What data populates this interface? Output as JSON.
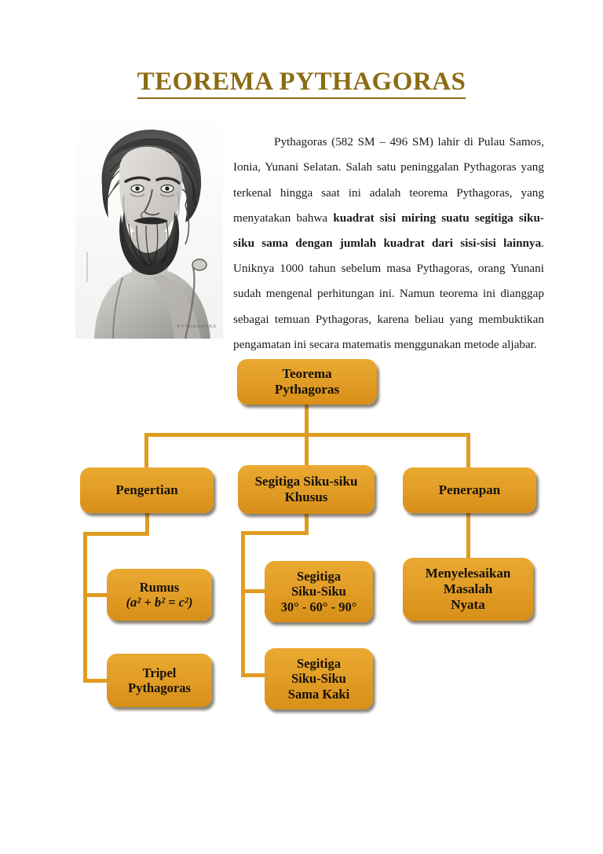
{
  "document": {
    "title": "TEOREMA PYTHAGORAS",
    "title_color": "#8a6c12"
  },
  "portrait": {
    "alt_name": "pythagoras-pencil-portrait",
    "signature": "PYTHAGORAS"
  },
  "intro": {
    "part1": "Pythagoras (582 SM – 496 SM) lahir di Pulau Samos, Ionia, Yunani Selatan. Salah satu peninggalan Pythagoras yang terkenal hingga saat ini adalah teorema Pythagoras, yang menyatakan bahwa ",
    "bold": "kuadrat sisi miring suatu segitiga siku-siku sama dengan jumlah kuadrat dari sisi-sisi lainnya",
    "part2": ". Uniknya 1000 tahun sebelum masa Pythagoras, orang Yunani sudah mengenal perhitungan ini. Namun teorema ini dianggap sebagai temuan Pythagoras, karena beliau yang membuktikan pengamatan ini secara matematis menggunakan metode aljabar."
  },
  "diagram": {
    "node_fill": "#e39f28",
    "connector_color": "#e09c21",
    "text_color": "#16110a",
    "nodes": {
      "root": {
        "line1": "Teorema",
        "line2": "Pythagoras"
      },
      "pengertian": {
        "line1": "Pengertian"
      },
      "khusus": {
        "line1": "Segitiga Siku-siku",
        "line2": "Khusus"
      },
      "penerapan": {
        "line1": "Penerapan"
      },
      "rumus": {
        "line1": "Rumus",
        "formula": "(a² + b² = c²)"
      },
      "tripel": {
        "line1": "Tripel",
        "line2": "Pythagoras"
      },
      "triangle_3060": {
        "line1": "Segitiga",
        "line2": "Siku-Siku",
        "line3": "30° - 60° - 90°"
      },
      "triangle_samakaki": {
        "line1": "Segitiga",
        "line2": "Siku-Siku",
        "line3": "Sama Kaki"
      },
      "nyata": {
        "line1": "Menyelesaikan",
        "line2": "Masalah",
        "line3": "Nyata"
      }
    }
  }
}
